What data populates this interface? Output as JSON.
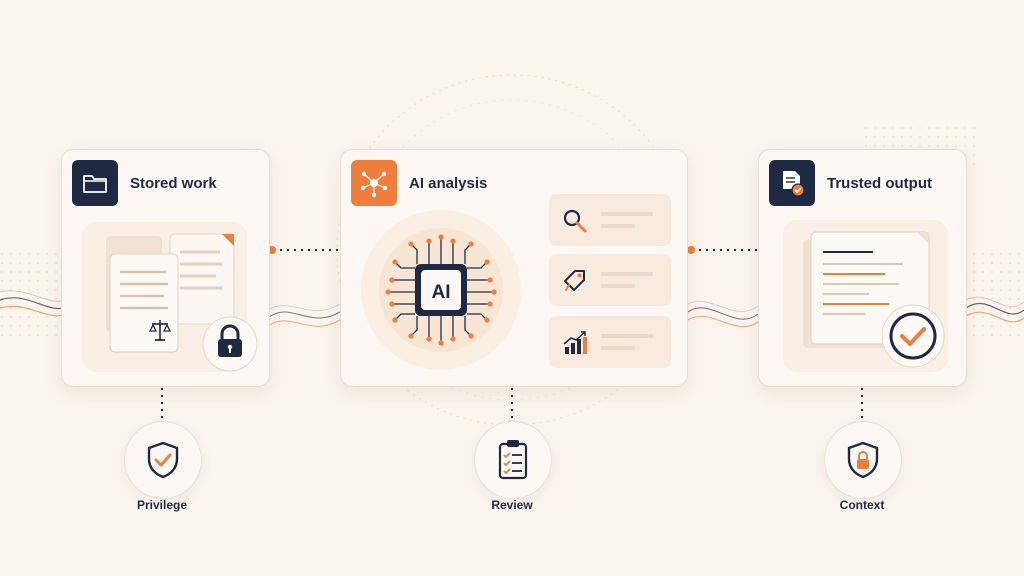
{
  "colors": {
    "navy": "#1e2a44",
    "orange": "#ef7d3c",
    "background": "#fcf5ee",
    "card": "#fdf8f3",
    "tile": "#f8ebde"
  },
  "cards": {
    "stored_work": {
      "title": "Stored work",
      "icon": "folder-icon"
    },
    "ai_analysis": {
      "title": "AI analysis",
      "icon": "network-hub-icon",
      "chip_label": "AI"
    },
    "trusted_output": {
      "title": "Trusted output",
      "icon": "verified-document-icon"
    }
  },
  "analysis_items": [
    {
      "icon": "magnifier-icon"
    },
    {
      "icon": "tag-icon"
    },
    {
      "icon": "bar-chart-icon"
    }
  ],
  "nodes": {
    "privilege": {
      "label": "Privilege",
      "icon": "shield-check-icon"
    },
    "review": {
      "label": "Review",
      "icon": "clipboard-checklist-icon"
    },
    "context": {
      "label": "Context",
      "icon": "shield-lock-icon"
    }
  }
}
